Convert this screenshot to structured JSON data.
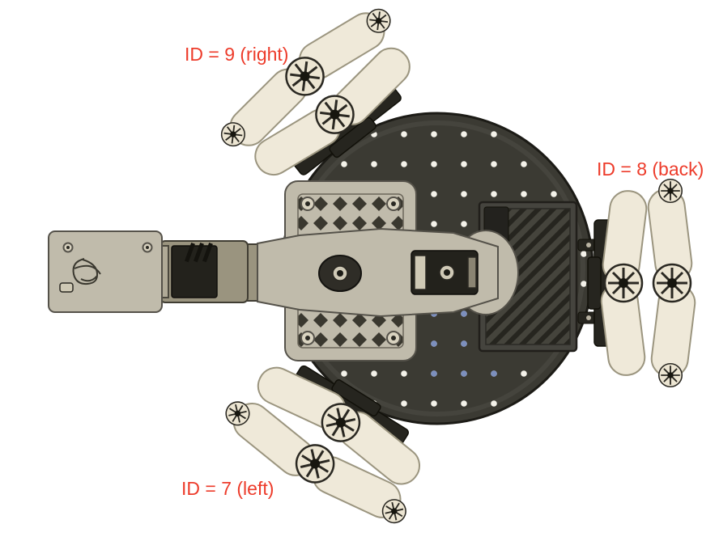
{
  "figure": {
    "background": "#ffffff",
    "annotations": {
      "wheel_right": "ID = 9 (right)",
      "wheel_back": "ID = 8 (back)",
      "wheel_left": "ID = 7 (left)"
    },
    "colors": {
      "bg": "#ffffff",
      "label_red": "#ed3b2a",
      "plate_fill": "#3b3a33",
      "plate_rim": "#1c1b16",
      "wheel_cream": "#efe9d9",
      "wheel_edge": "#9b957f",
      "hub_cream": "#ece5d2",
      "hub_dark": "#2a2822",
      "arm_tan": "#c0bbab",
      "arm_edge": "#55524a",
      "panel_fill": "#45443e",
      "bracket_dark": "#26251f",
      "hole_white": "#f4f2ea",
      "hole_blue": "#7c8fbe"
    }
  }
}
